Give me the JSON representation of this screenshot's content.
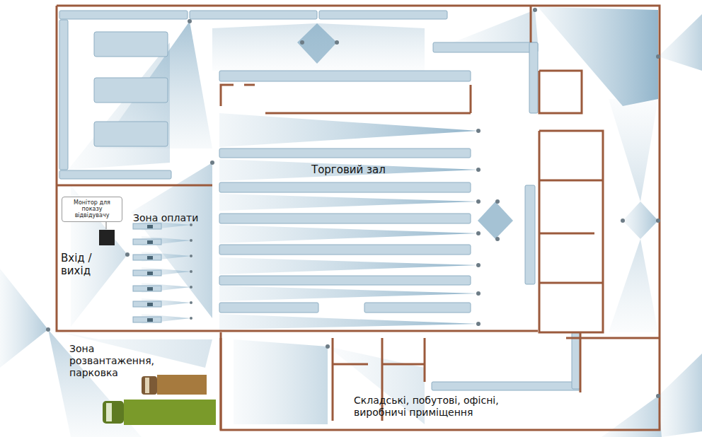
{
  "diagram": {
    "nodes": [
      {
        "text": [
          "Монітор для показу відвідувачу"
        ]
      }
    ],
    "labels": [
      "Торговий зал",
      "Зона оплати",
      "Вхід / вихід",
      "Зона розвантаження, парковка",
      "Складські, побутові, офісні, виробничі приміщення"
    ]
  }
}
